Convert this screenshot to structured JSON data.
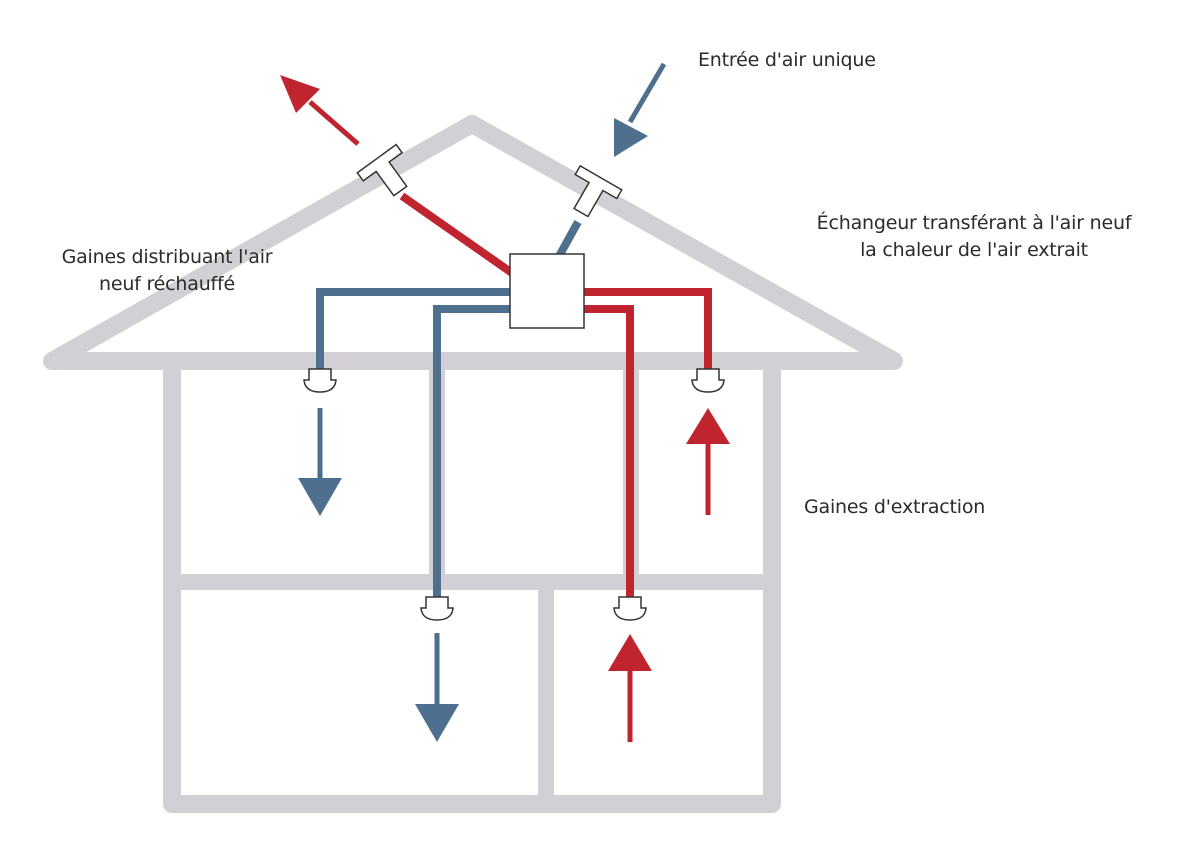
{
  "title": "Ventilation double flux",
  "labels": {
    "air_intake": "Entrée d'air unique",
    "exchanger_line1": "Échangeur transférant à l'air neuf",
    "exchanger_line2": "la chaleur de l'air extrait",
    "supply_ducts_line1": "Gaines distribuant l'air",
    "supply_ducts_line2": "neuf réchauffé",
    "extract_ducts": "Gaines d'extraction"
  },
  "colors": {
    "house": "#d3d0d5",
    "fresh_air": "#4f6f8f",
    "extract_air": "#c0242f",
    "outline": "#333333",
    "text": "#2b2b2b"
  },
  "icons": {
    "roof_terminal": "t-cap-icon",
    "vent_outlet": "ceiling-vent-icon",
    "flow_arrow": "arrow-icon"
  }
}
